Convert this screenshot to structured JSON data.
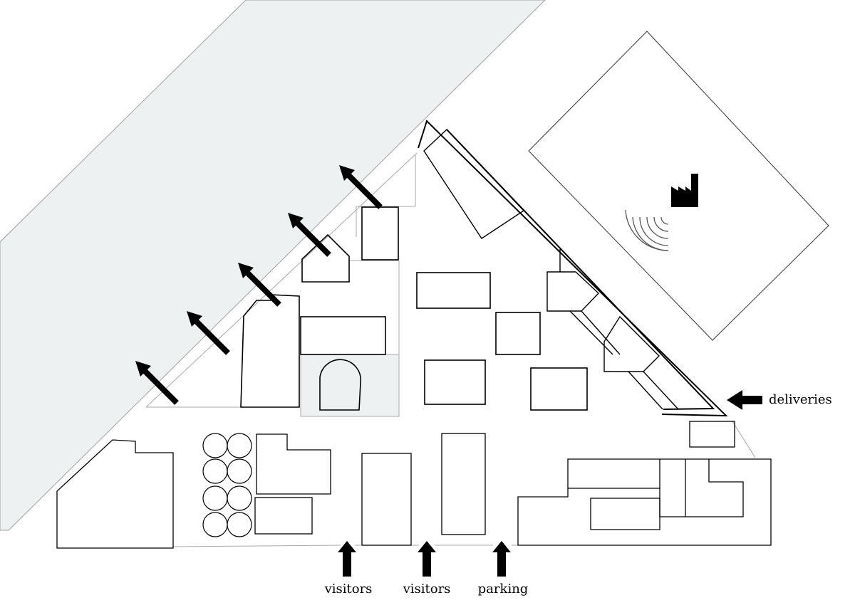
{
  "labels": {
    "deliveries": "deliveries",
    "visitors_1": "visitors",
    "visitors_2": "visitors",
    "parking": "parking"
  },
  "icons": {
    "factory": "factory-icon",
    "noise": "noise-waves-icon"
  },
  "colors": {
    "river": "#eef1f1",
    "courtyard": "#eef1f1",
    "outline": "#000000",
    "site_line": "#9a9a9a",
    "background": "#ffffff"
  }
}
